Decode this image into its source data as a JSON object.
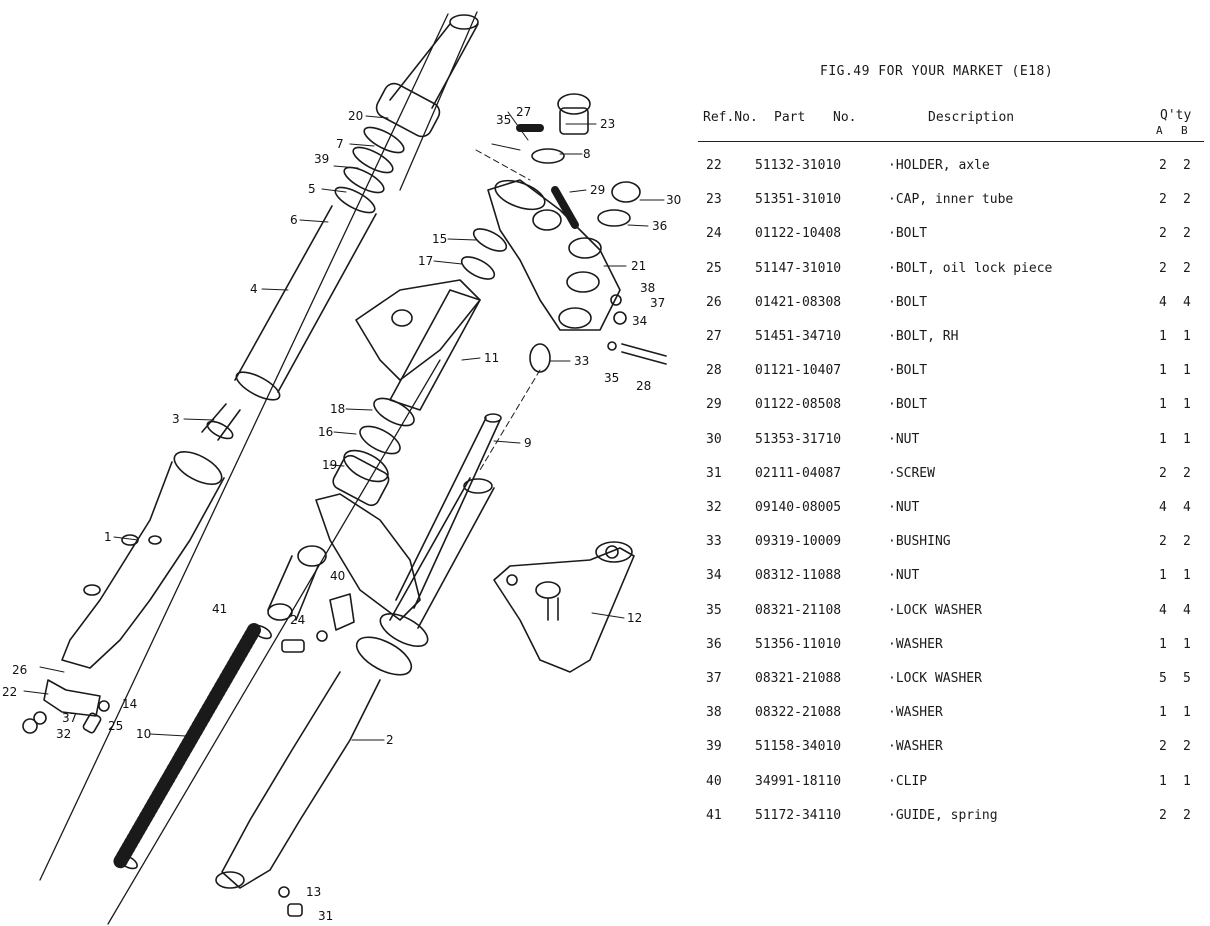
{
  "figure": {
    "title": "FIG.49  FOR YOUR MARKET (E18)"
  },
  "table": {
    "headers": {
      "ref": "Ref.No.",
      "part": "Part",
      "no": "No.",
      "description": "Description",
      "qty": "Q'ty",
      "a": "A",
      "b": "B"
    },
    "rows": [
      {
        "ref": "22",
        "part": "51132-31010",
        "desc": "·HOLDER, axle",
        "a": "2",
        "b": "2"
      },
      {
        "ref": "23",
        "part": "51351-31010",
        "desc": "·CAP, inner tube",
        "a": "2",
        "b": "2"
      },
      {
        "ref": "24",
        "part": "01122-10408",
        "desc": "·BOLT",
        "a": "2",
        "b": "2"
      },
      {
        "ref": "25",
        "part": "51147-31010",
        "desc": "·BOLT, oil lock piece",
        "a": "2",
        "b": "2"
      },
      {
        "ref": "26",
        "part": "01421-08308",
        "desc": "·BOLT",
        "a": "4",
        "b": "4"
      },
      {
        "ref": "27",
        "part": "51451-34710",
        "desc": "·BOLT, RH",
        "a": "1",
        "b": "1"
      },
      {
        "ref": "28",
        "part": "01121-10407",
        "desc": "·BOLT",
        "a": "1",
        "b": "1"
      },
      {
        "ref": "29",
        "part": "01122-08508",
        "desc": "·BOLT",
        "a": "1",
        "b": "1"
      },
      {
        "ref": "30",
        "part": "51353-31710",
        "desc": "·NUT",
        "a": "1",
        "b": "1"
      },
      {
        "ref": "31",
        "part": "02111-04087",
        "desc": "·SCREW",
        "a": "2",
        "b": "2"
      },
      {
        "ref": "32",
        "part": "09140-08005",
        "desc": "·NUT",
        "a": "4",
        "b": "4"
      },
      {
        "ref": "33",
        "part": "09319-10009",
        "desc": "·BUSHING",
        "a": "2",
        "b": "2"
      },
      {
        "ref": "34",
        "part": "08312-11088",
        "desc": "·NUT",
        "a": "1",
        "b": "1"
      },
      {
        "ref": "35",
        "part": "08321-21108",
        "desc": "·LOCK WASHER",
        "a": "4",
        "b": "4"
      },
      {
        "ref": "36",
        "part": "51356-11010",
        "desc": "·WASHER",
        "a": "1",
        "b": "1"
      },
      {
        "ref": "37",
        "part": "08321-21088",
        "desc": "·LOCK WASHER",
        "a": "5",
        "b": "5"
      },
      {
        "ref": "38",
        "part": "08322-21088",
        "desc": "·WASHER",
        "a": "1",
        "b": "1"
      },
      {
        "ref": "39",
        "part": "51158-34010",
        "desc": "·WASHER",
        "a": "2",
        "b": "2"
      },
      {
        "ref": "40",
        "part": "34991-18110",
        "desc": "·CLIP",
        "a": "1",
        "b": "1"
      },
      {
        "ref": "41",
        "part": "51172-34110",
        "desc": "·GUIDE, spring",
        "a": "2",
        "b": "2"
      }
    ]
  },
  "diagram": {
    "callouts": [
      "1",
      "2",
      "3",
      "4",
      "5",
      "6",
      "7",
      "8",
      "9",
      "10",
      "11",
      "12",
      "13",
      "14",
      "15",
      "16",
      "17",
      "18",
      "19",
      "20",
      "21",
      "22",
      "23",
      "24",
      "25",
      "26",
      "27",
      "28",
      "29",
      "30",
      "31",
      "32",
      "33",
      "34",
      "35",
      "35",
      "36",
      "37",
      "37",
      "38",
      "39",
      "40",
      "41"
    ]
  }
}
